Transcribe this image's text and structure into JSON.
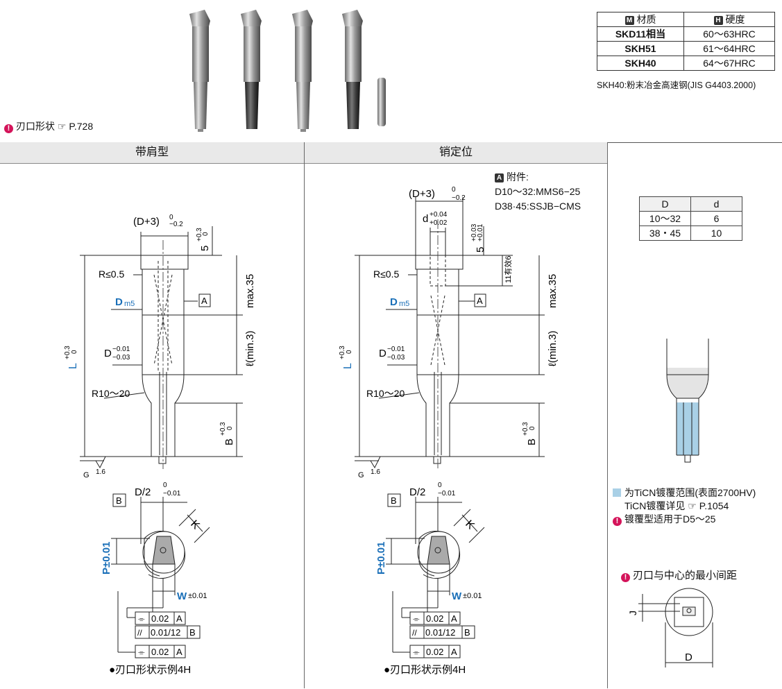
{
  "material_table": {
    "header_material": "材质",
    "header_hardness": "硬度",
    "badge_m": "M",
    "badge_h": "H",
    "rows": [
      {
        "material": "SKD11相当",
        "hardness": "60～63HRC"
      },
      {
        "material": "SKH51",
        "hardness": "61～64HRC"
      },
      {
        "material": "SKH40",
        "hardness": "64～67HRC"
      }
    ],
    "note": "SKH40:粉末冶金高速钢(JIS G4403.2000)"
  },
  "blade_shape_note": {
    "text": "刃口形状",
    "ref": "☞ P.728"
  },
  "columns": {
    "shoulder": "带肩型",
    "pin": "销定位"
  },
  "accessory": {
    "badge": "A",
    "title": "附件:",
    "line1": "D10～32:MMS6−25",
    "line2": "D38·45:SSJB−CMS"
  },
  "dims": {
    "head": "(D+3)",
    "head_tol_up": "0",
    "head_tol_dn": "−0.2",
    "five": "5",
    "five_tol_up": "+0.3",
    "five_tol_dn": "0",
    "five_pin_tol_up": "+0.03",
    "five_pin_tol_dn": "+0.01",
    "r05": "R≤0.5",
    "dm": "D",
    "dm_sub": "m5",
    "d": "D",
    "d_tol_up": "−0.01",
    "d_tol_dn": "−0.03",
    "r10": "R10～20",
    "L": "L",
    "L_tol_up": "+0.3",
    "L_tol_dn": "0",
    "max35": "max.35",
    "lmin": "ℓ(min.3)",
    "B": "B",
    "B_tol_up": "+0.3",
    "B_tol_dn": "0",
    "datum_a": "A",
    "datum_b": "B",
    "G": "G",
    "rough": "1.6",
    "pin_d": "d",
    "pin_d_tol_up": "+0.04",
    "pin_d_tol_dn": "+0.02",
    "eff": "11有效6",
    "half": "D/2",
    "half_tol_up": "0",
    "half_tol_dn": "−0.01",
    "K": "K",
    "P": "P±0.01",
    "W": "W",
    "W_tol": "±0.01",
    "tol1_sym": "⌯",
    "tol1_val": "0.02",
    "tol1_ref": "A",
    "tol2_sym": "//",
    "tol2_val": "0.01/12",
    "tol2_ref": "B",
    "tol3_sym": "⌯",
    "tol3_val": "0.02",
    "tol3_ref": "A",
    "example": "●刃口形状示例4H"
  },
  "d_table": {
    "header": [
      "D",
      "d"
    ],
    "rows": [
      [
        "10～32",
        "6"
      ],
      [
        "38・45",
        "10"
      ]
    ]
  },
  "coating": {
    "line1": "为TiCN镀覆范围(表面2700HV)",
    "line2": "TiCN镀覆详见",
    "line2_ref": "☞ P.1054",
    "line3": "镀覆型适用于D5～25"
  },
  "min_distance": {
    "title": "刃口与中心的最小间距",
    "J": "J",
    "D": "D"
  },
  "colors": {
    "blue_label": "#1a6fb8",
    "coating": "#a9d0e6",
    "warn": "#d4145a",
    "header_bg": "#e9e9e9"
  }
}
